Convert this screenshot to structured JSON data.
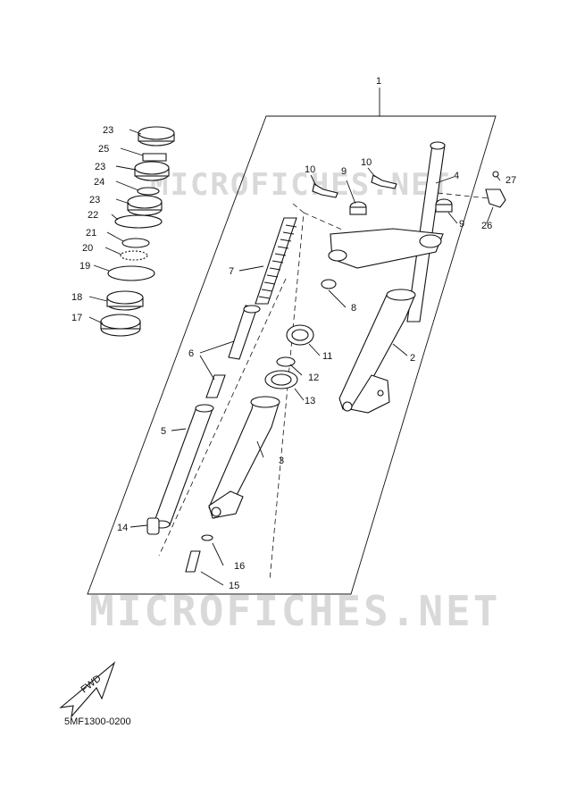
{
  "watermark": "MICROFICHES.NET",
  "diagram_code": "5MF1300-0200",
  "fwd_label": "FWD",
  "callouts": [
    "1",
    "2",
    "3",
    "4",
    "5",
    "6",
    "7",
    "8",
    "9",
    "9",
    "10",
    "10",
    "11",
    "12",
    "13",
    "14",
    "15",
    "16",
    "17",
    "18",
    "19",
    "20",
    "21",
    "22",
    "23",
    "23",
    "23",
    "24",
    "25",
    "26",
    "27"
  ]
}
